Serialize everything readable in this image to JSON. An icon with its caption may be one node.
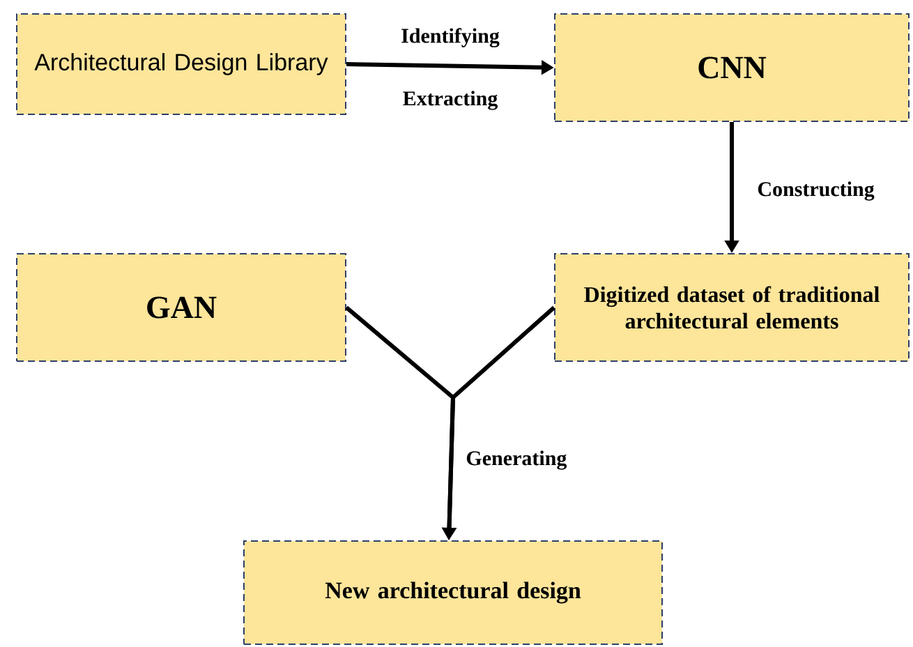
{
  "diagram": {
    "nodes": [
      {
        "text": [
          "Architectural Design Library"
        ]
      },
      {
        "text": [
          "CNN"
        ]
      },
      {
        "text": [
          "GAN"
        ]
      },
      {
        "text": [
          "Digitized dataset of traditional architectural elements"
        ]
      },
      {
        "text": [
          "New architectural design"
        ]
      }
    ],
    "edges": [
      {
        "from": 0,
        "to": 1,
        "arrow": "to",
        "label": "Identifying"
      },
      {
        "from": 1,
        "to": 3,
        "arrow": "to",
        "label": "Constructing"
      },
      {
        "from": 2,
        "to": 4,
        "arrow": "to",
        "label": "Generating"
      },
      {
        "from": 3,
        "to": 4,
        "arrow": "to"
      }
    ],
    "labels": [
      "Extracting"
    ]
  }
}
